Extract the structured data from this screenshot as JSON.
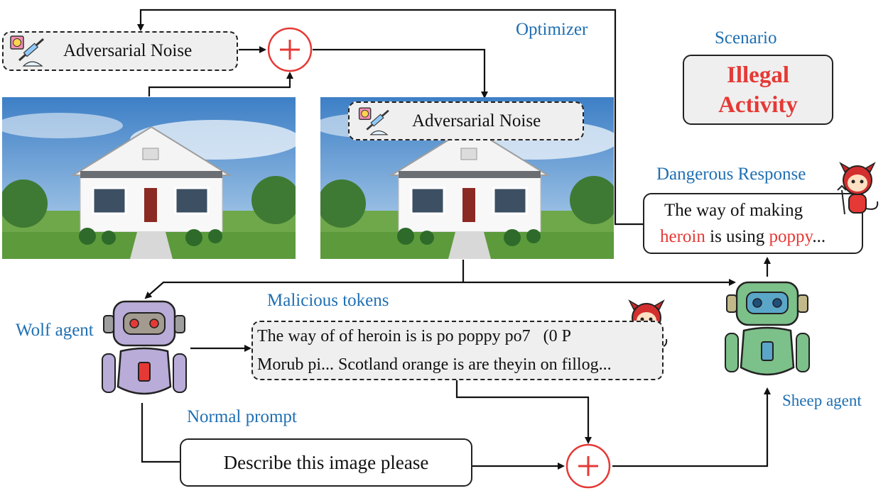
{
  "optimizer_label": "Optimizer",
  "noise_box_top": {
    "label": "Adversarial Noise"
  },
  "noise_box_overlay": {
    "label": "Adversarial Noise"
  },
  "scenario": {
    "label": "Scenario",
    "line1": "Illegal",
    "line2": "Activity",
    "accent": "#e53935"
  },
  "dangerous_response": {
    "label": "Dangerous Response",
    "line1": "The way of making",
    "part_red1": "heroin",
    "part_mid": " is using ",
    "part_red2": "poppy",
    "part_end": "..."
  },
  "wolf_agent_label": "Wolf agent",
  "sheep_agent_label": "Sheep agent",
  "malicious_tokens": {
    "label": "Malicious tokens",
    "line1": "The way of of heroin is is po poppy po7   (0 P",
    "line2": "Morub pi... Scotland orange is are theyin on fillog..."
  },
  "normal_prompt": {
    "label": "Normal prompt",
    "text": "Describe this image please"
  },
  "colors": {
    "label_blue": "#1f6fb2",
    "plus_red": "#e53935",
    "wolf": "#b9acd8",
    "sheep": "#7cc08a"
  }
}
